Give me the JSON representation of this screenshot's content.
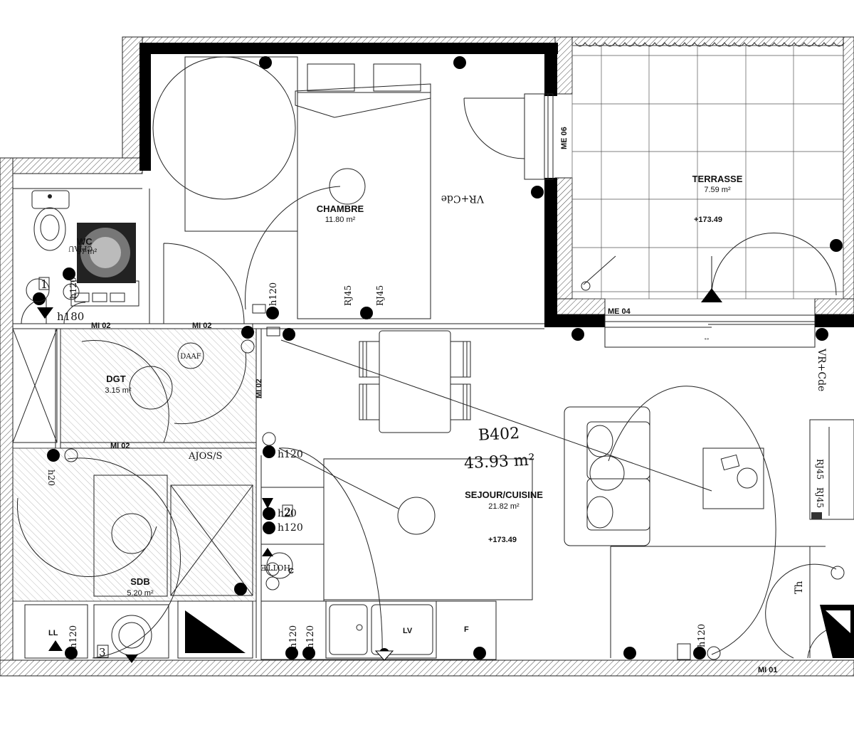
{
  "unit": {
    "code": "B402",
    "area": "43.93 m²"
  },
  "rooms": {
    "chambre": {
      "name": "CHAMBRE",
      "area": "11.80 m²"
    },
    "terrasse": {
      "name": "TERRASSE",
      "area": "7.59 m²",
      "level": "+173.49"
    },
    "wc": {
      "name": "WC",
      "area": "97 m²"
    },
    "dgt": {
      "name": "DGT",
      "area": "3.15 m²"
    },
    "sdb": {
      "name": "SDB",
      "area": "5.20 m²"
    },
    "sejour": {
      "name": "SEJOUR/CUISINE",
      "area": "21.82 m²",
      "level": "+173.49"
    }
  },
  "labels": {
    "me06": "ME 06",
    "me04": "ME 04",
    "mi02_a": "MI 02",
    "mi02_b": "MI 02",
    "mi02_c": "MI 02",
    "mi02_d": "MI 02",
    "mi01": "MI 01",
    "vr_cde_1": "VR+Cde",
    "vr_cde_2": "VR+Cde",
    "rj45_1": "RJ45",
    "rj45_2": "RJ45",
    "rj45_3": "RJ45",
    "rj45_4": "RJ45",
    "daaf": "DAAF",
    "ajos": "AJOS/S",
    "hotte": "HOTTE",
    "c": "C",
    "lv": "LV",
    "f": "F",
    "ll": "LL",
    "th": "Th",
    "cpiau": "CPIAU",
    "n1": "1",
    "n2": "2",
    "n3": "3",
    "h120": "h120",
    "h180": "h180",
    "h20": "h20",
    "arrow": "↔"
  }
}
